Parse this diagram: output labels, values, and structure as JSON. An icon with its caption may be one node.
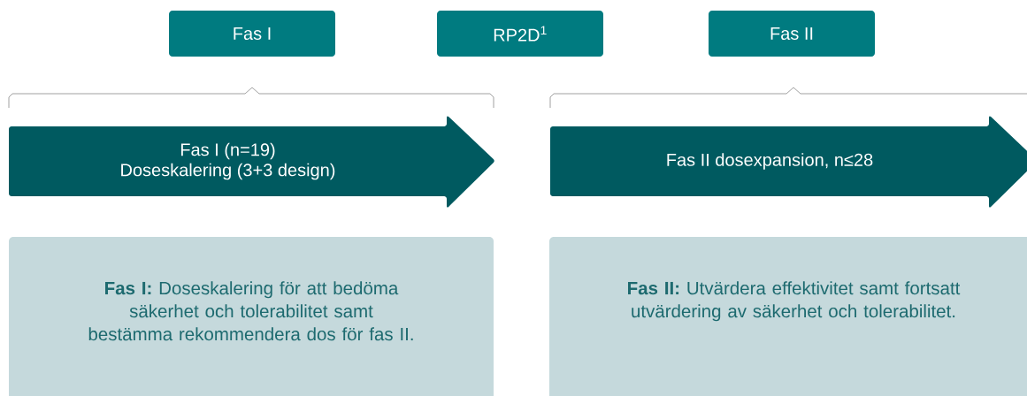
{
  "diagram": {
    "nodes": [
      {
        "text": [
          "Fas I"
        ]
      },
      {
        "text": [
          "RP2D$^{1}$"
        ]
      },
      {
        "text": [
          "Fas II"
        ]
      },
      {
        "text": [
          "Fas I (n=19)",
          "Doseskalering (3+3 design)"
        ]
      },
      {
        "text": [
          "Fas II dosexpansion, n≤28"
        ]
      },
      {
        "text": [
          "**Fas I:** Doseskalering för att bedöma säkerhet och tolerabilitet samt bestämma rekommendera dos för fas II."
        ]
      },
      {
        "text": [
          "**Fas II:** Utvärdera effektivitet samt fortsatt utvärdering av säkerhet och tolerabilitet."
        ]
      }
    ]
  }
}
